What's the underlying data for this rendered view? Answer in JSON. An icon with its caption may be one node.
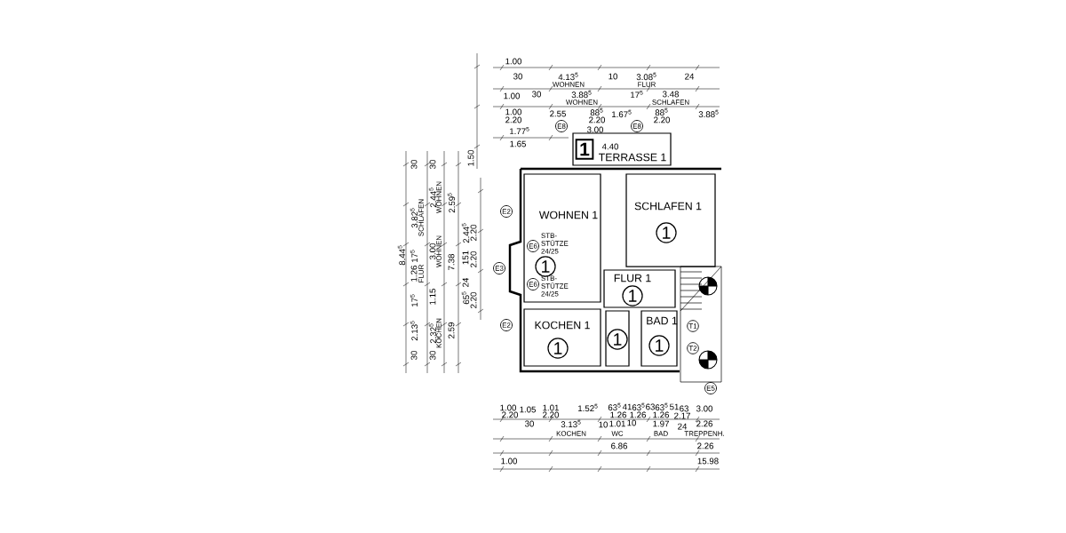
{
  "diagram": {
    "nodes": [
      {
        "text": [
          "TERRASSE 1"
        ]
      },
      {
        "text": [
          "1"
        ],
        "in": 0
      },
      {
        "text": [
          "WOHNEN 1",
          "1"
        ]
      },
      {
        "text": [
          "SCHLAFEN 1",
          "1"
        ]
      },
      {
        "text": [
          "FLUR 1",
          "1"
        ]
      },
      {
        "text": [
          "KOCHEN 1",
          "1"
        ]
      },
      {
        "text": [
          "1"
        ]
      },
      {
        "text": [
          "BAD 1",
          "1"
        ]
      }
    ],
    "labels": [
      "1.00",
      "30",
      "4.13$^{5}$",
      "WOHNEN",
      "10",
      "3.08$^{5}$",
      "FLUR",
      "24",
      "1.00",
      "30",
      "3.88$^{5}$",
      "WOHNEN",
      "17$^{5}$",
      "3.48",
      "SCHLAFEN",
      "1.00",
      "2.20",
      "2.55",
      "E8",
      "88$^{5}$",
      "2.20",
      "1.67$^{5}$",
      "E8",
      "88$^{5}$",
      "2.20",
      "3.88$^{5}$",
      "1.77$^{5}$",
      "3.00",
      "1.65",
      "4.40",
      "1.50",
      "8.44$^{5}$",
      "30",
      "3.82$^{5}$",
      "SCHLAFEN",
      "17$^{5}$",
      "1.26",
      "FLUR",
      "17$^{5}$",
      "2.13$^{5}$",
      "30",
      "30",
      "2.44$^{5}$",
      "WOHNEN",
      "3.00",
      "WOHNEN",
      "1.15",
      "2.32$^{5}$",
      "KOCHEN",
      "30",
      "2.59$^{5}$",
      "7.38",
      "2.59",
      "2.44$^{5}$",
      "2.20",
      "151",
      "2.20",
      "65$^{5}$",
      "24",
      "2.20",
      "E2",
      "E6",
      "STB-STÜTZE 24/25",
      "E3",
      "E6",
      "STB-STÜTZE 24/25",
      "E2",
      "E5",
      "T1",
      "T2",
      "1.00",
      "2.20",
      "1.05",
      "1.01",
      "2.20",
      "1.52$^{5}$",
      "63$^{5}$",
      "41",
      "63$^{5}$",
      "63",
      "63$^{5}$",
      "51",
      "1.26",
      "1.26",
      "1.26",
      "63",
      "2.17",
      "3.00",
      "30",
      "3.13$^{5}$",
      "KOCHEN",
      "10",
      "1.01",
      "WC",
      "10",
      "1.97",
      "BAD",
      "24",
      "2.26",
      "TREPPENH.",
      "6.86",
      "2.26",
      "1.00",
      "15.98"
    ]
  }
}
